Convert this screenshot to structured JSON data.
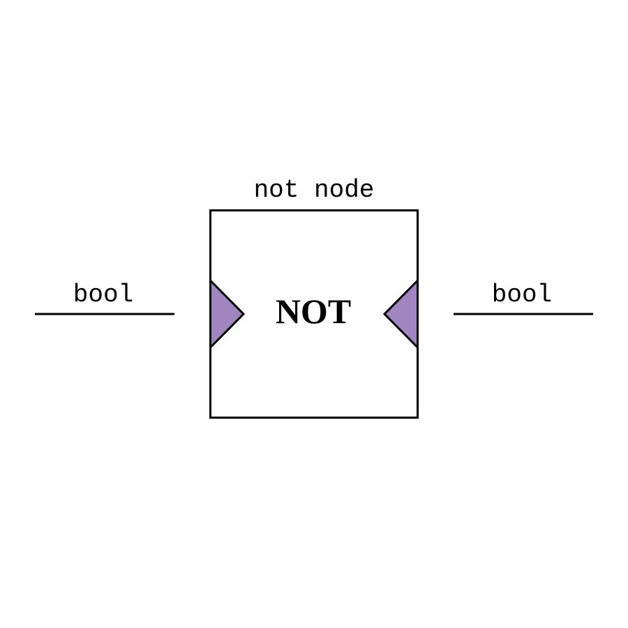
{
  "node": {
    "title": "not node",
    "label": "NOT"
  },
  "input": {
    "type_label": "bool"
  },
  "output": {
    "type_label": "bool"
  },
  "colors": {
    "stroke": "#000000",
    "background": "#ffffff",
    "port_fill": "#a085c0"
  }
}
